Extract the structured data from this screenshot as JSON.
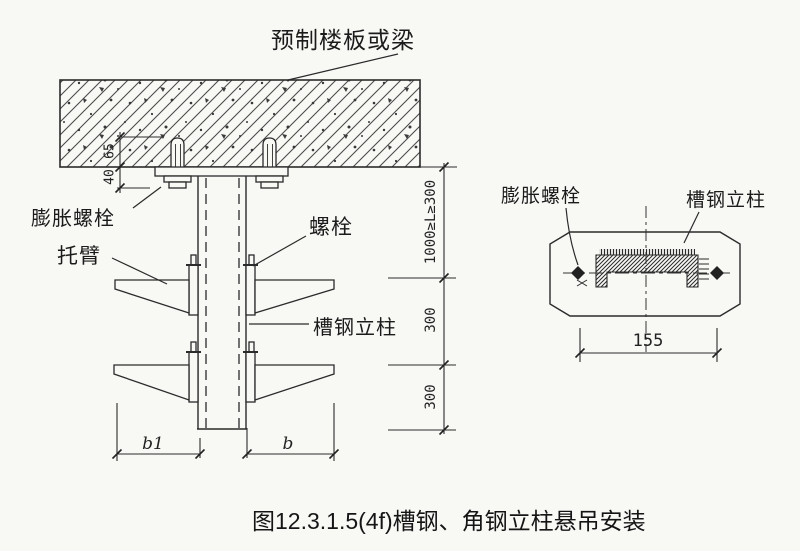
{
  "caption": "图12.3.1.5(4f)槽钢、角钢立柱悬吊安装",
  "main_view": {
    "labels": {
      "precast_slab": "预制楼板或梁",
      "expansion_bolt": "膨胀螺栓",
      "bracket_arm": "托臂",
      "bolt": "螺栓",
      "channel_column": "槽钢立柱"
    },
    "dimensions": {
      "anchor_embedment": "65",
      "anchor_protrusion": "40",
      "suspension_length": "1000≥L≥300",
      "bracket_spacing_upper": "300",
      "bracket_spacing_lower": "300",
      "left_arm_width": "b1",
      "right_arm_width": "b"
    }
  },
  "detail_view": {
    "labels": {
      "expansion_bolt": "膨胀螺栓",
      "channel_column": "槽钢立柱"
    },
    "dimensions": {
      "bolt_spacing": "155"
    }
  },
  "colors": {
    "line": "#2b2b2b",
    "background": "#f8f8f5"
  }
}
